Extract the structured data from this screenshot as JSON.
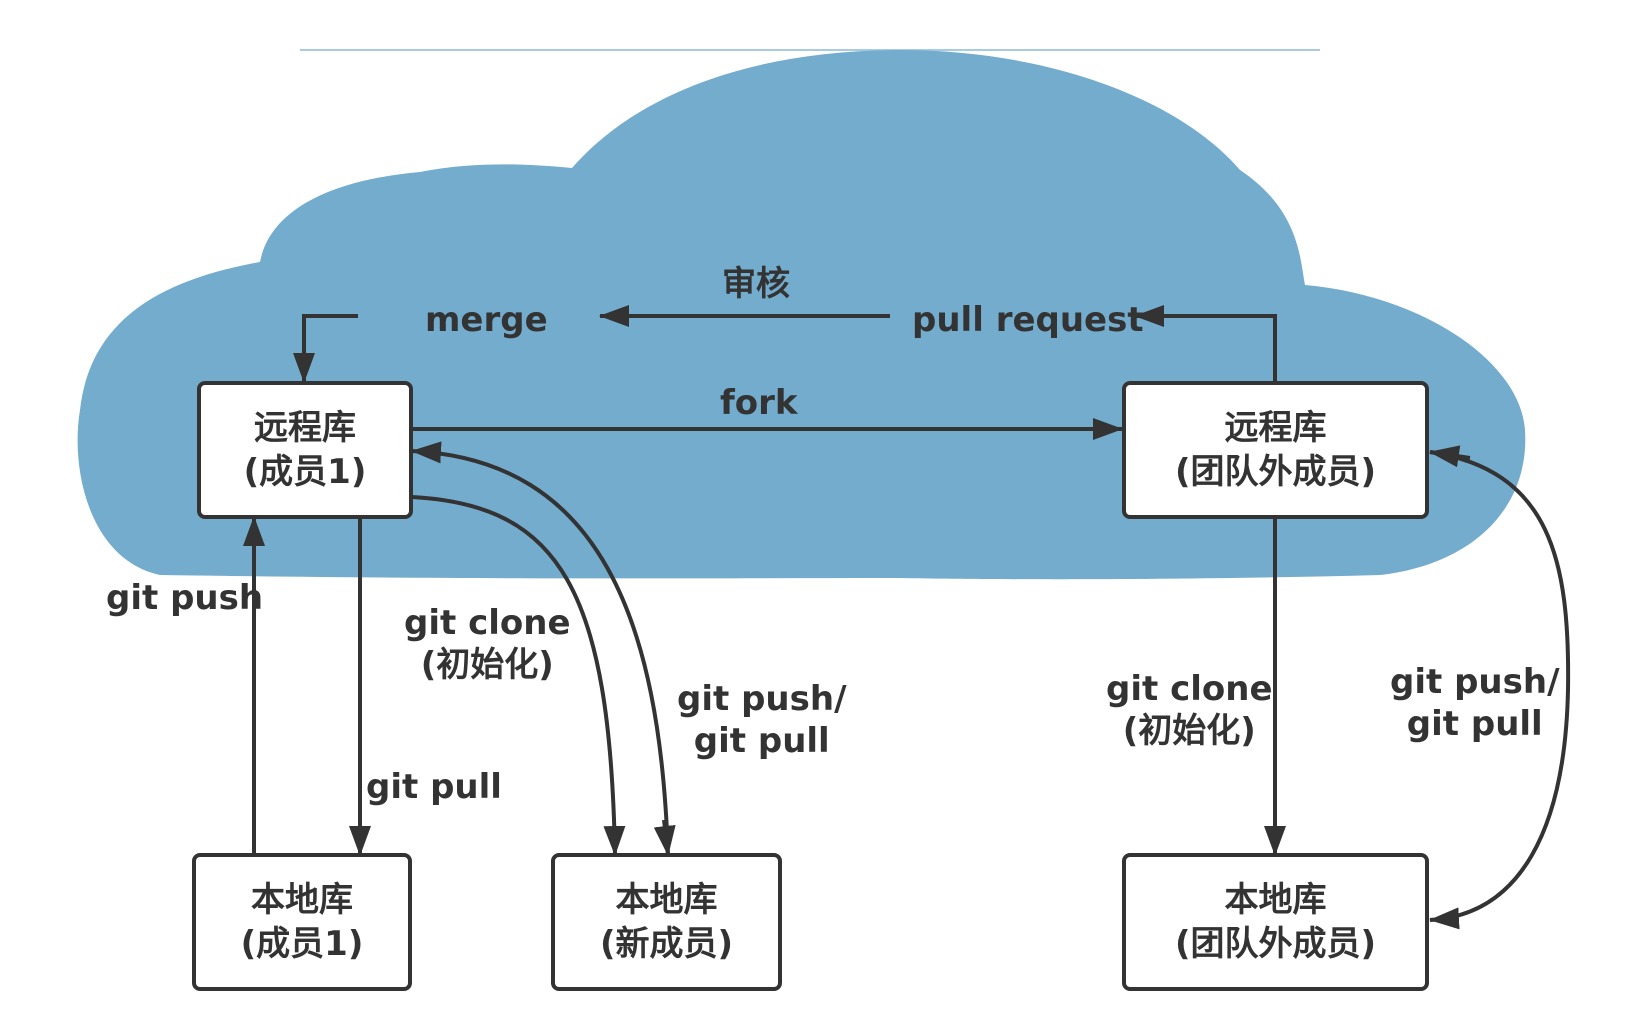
{
  "colors": {
    "cloud": "#74acce",
    "line": "#333333",
    "box_fill": "#ffffff",
    "text": "#333333"
  },
  "nodes": {
    "remote_member1": {
      "title": "远程库",
      "subtitle": "(成员1)"
    },
    "remote_outsider": {
      "title": "远程库",
      "subtitle": "(团队外成员)"
    },
    "local_member1": {
      "title": "本地库",
      "subtitle": "(成员1)"
    },
    "local_new_member": {
      "title": "本地库",
      "subtitle": "(新成员)"
    },
    "local_outsider": {
      "title": "本地库",
      "subtitle": "(团队外成员)"
    }
  },
  "edges": {
    "merge": "merge",
    "review": "审核",
    "pull_request": "pull request",
    "fork": "fork",
    "git_push": "git push",
    "git_pull": "git pull",
    "clone_left": {
      "line1": "git clone",
      "line2": "(初始化)"
    },
    "push_pull_left": {
      "line1": "git push/",
      "line2": "git pull"
    },
    "clone_right": {
      "line1": "git clone",
      "line2": "(初始化)"
    },
    "push_pull_right": {
      "line1": "git push/",
      "line2": "git pull"
    }
  }
}
